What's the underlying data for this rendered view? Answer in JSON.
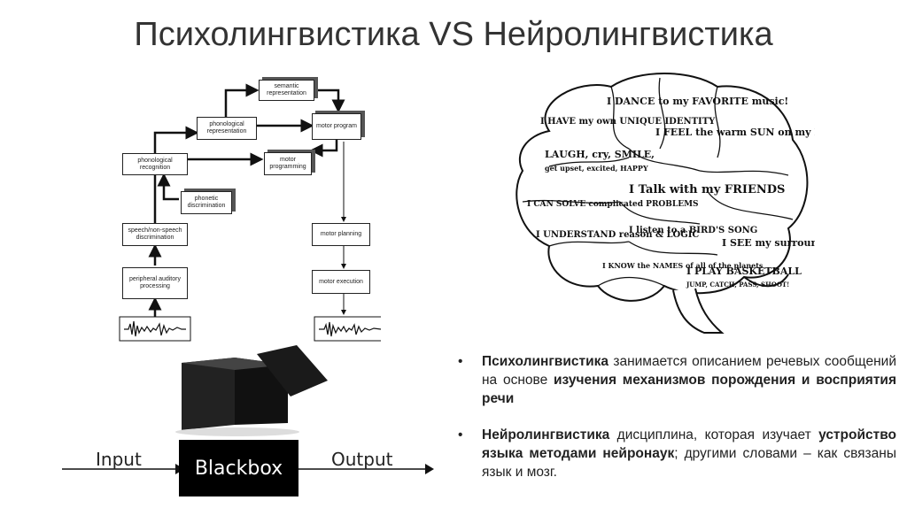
{
  "title": "Психолингвистика VS Нейролингвистика",
  "diagram": {
    "semantic": "semantic representation",
    "phonological_rep": "phonological representation",
    "motor_program": "motor program",
    "phonological_rec": "phonological recognition",
    "motor_programming": "motor programming",
    "phonetic": "phonetic discrimination",
    "speech_nonspeech": "speech/non-speech discrimination",
    "peripheral": "peripheral auditory processing",
    "motor_planning": "motor planning",
    "motor_execution": "motor execution"
  },
  "brain": {
    "w1": "I HAVE my own UNIQUE IDENTITY",
    "w2": "I DANCE to my FAVORITE music!",
    "w3": "I FEEL the warm SUN on my FACE",
    "w4": "LAUGH, cry, SMILE,",
    "w5": "get upset, excited, HAPPY",
    "w6": "I Talk with my FRIENDS",
    "w7": "I CAN SOLVE complicated PROBLEMS",
    "w8": "I UNDERSTAND reason & LOGIC",
    "w9": "I listen to a BIRD'S SONG",
    "w10": "I SEE my surroundings",
    "w11": "I KNOW the NAMES of all of the planets",
    "w12": "I PLAY BASKETBALL",
    "w13": "JUMP, CATCH, PASS, SHOOT!"
  },
  "blackbox": {
    "input": "Input",
    "label": "Blackbox",
    "output": "Output"
  },
  "bullets": {
    "b1_term": "Психолингвистика",
    "b1_text1": " занимается описанием речевых сообщений на основе ",
    "b1_bold": "изучения механизмов порождения и восприятия речи",
    "b2_term": "Нейролингвистика",
    "b2_text1": " дисциплина, которая изучает ",
    "b2_bold": "устройство языка методами нейронаук",
    "b2_text2": "; другими словами – как связаны язык и мозг."
  }
}
